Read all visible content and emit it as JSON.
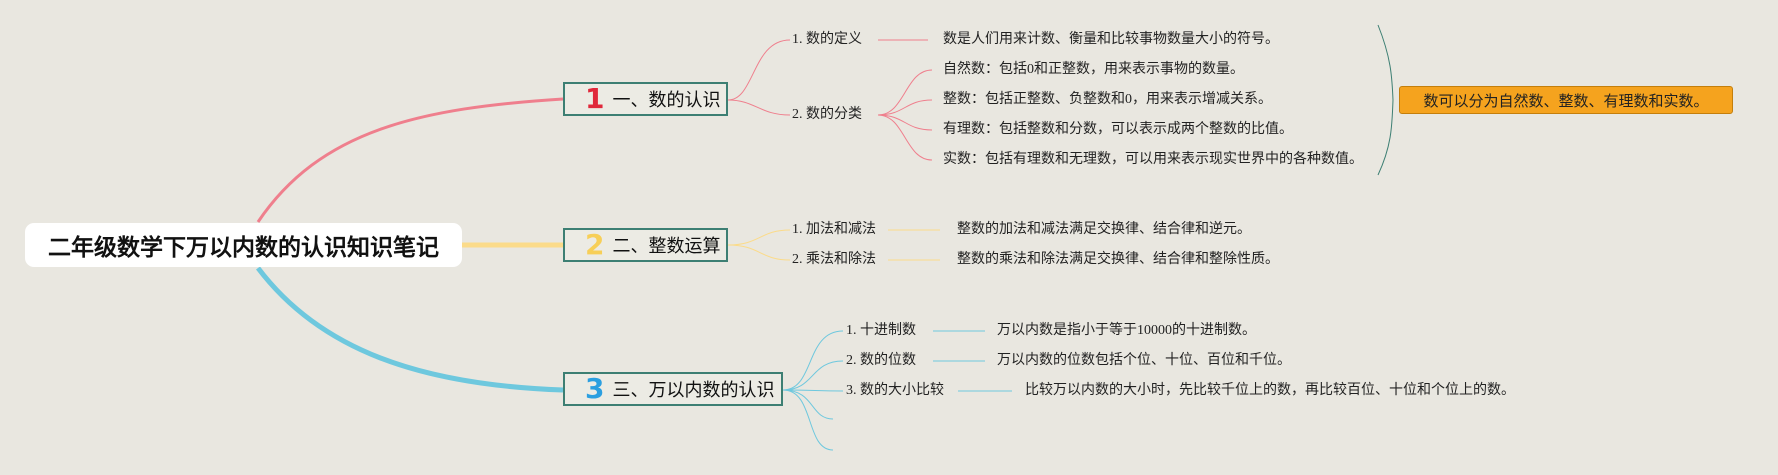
{
  "root": {
    "title": "二年级数学下万以内数的认识知识笔记"
  },
  "colors": {
    "branch1": "#ef7f8d",
    "branch2": "#fbdb8a",
    "branch3": "#6ec8de",
    "summary": "#f5a31e",
    "frame": "#3d7f73"
  },
  "branches": [
    {
      "num": "1",
      "num_color": "#e0283b",
      "label": "一、数的认识",
      "children": [
        {
          "label": "1. 数的定义",
          "detail": "数是人们用来计数、衡量和比较事物数量大小的符号。"
        },
        {
          "label": "2. 数的分类",
          "details": [
            "自然数：包括0和正整数，用来表示事物的数量。",
            "整数：包括正整数、负整数和0，用来表示增减关系。",
            "有理数：包括整数和分数，可以表示成两个整数的比值。",
            "实数：包括有理数和无理数，可以用来表示现实世界中的各种数值。"
          ]
        }
      ]
    },
    {
      "num": "2",
      "num_color": "#f7cf58",
      "label": "二、整数运算",
      "children": [
        {
          "label": "1. 加法和减法",
          "detail": "整数的加法和减法满足交换律、结合律和逆元。"
        },
        {
          "label": "2. 乘法和除法",
          "detail": "整数的乘法和除法满足交换律、结合律和整除性质。"
        }
      ]
    },
    {
      "num": "3",
      "num_color": "#2b9fe0",
      "label": "三、万以内数的认识",
      "children": [
        {
          "label": "1. 十进制数",
          "detail": "万以内数是指小于等于10000的十进制数。"
        },
        {
          "label": "2. 数的位数",
          "detail": "万以内数的位数包括个位、十位、百位和千位。"
        },
        {
          "label": "3. 数的大小比较",
          "detail": "比较万以内数的大小时，先比较千位上的数，再比较百位、十位和个位上的数。"
        }
      ]
    }
  ],
  "summary": {
    "text": "数可以分为自然数、整数、有理数和实数。"
  }
}
